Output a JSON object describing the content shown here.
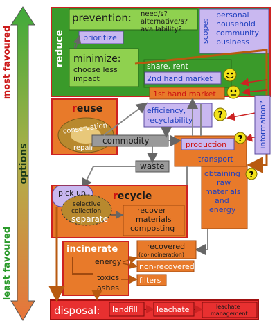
{
  "side": {
    "options": "options",
    "most_favoured": "most favoured",
    "least_favoured": "least favoured"
  },
  "reduce": {
    "title": "reduce",
    "prevention": "prevention:",
    "questions": [
      "need/s?",
      "alternative/s?",
      "availability?"
    ],
    "scope": "scope:",
    "scope_items": [
      "personal",
      "household",
      "community",
      "business"
    ],
    "prioritize": "prioritize",
    "minimize": "minimize:",
    "minimize_desc": [
      "choose less",
      "impact"
    ]
  },
  "market": {
    "share_rent": "share, rent",
    "second_hand": "2nd hand market",
    "first_hand": "1st hand market",
    "efficiency": [
      "efficiency,",
      "recyclability"
    ]
  },
  "reuse": {
    "title_r": "r",
    "title_rest": "euse",
    "conservation": "conservation",
    "repair": "repair"
  },
  "flow": {
    "commodity": "commodity",
    "waste": "waste",
    "production": "production",
    "transport": "transport",
    "obtaining": [
      "obtaining",
      "raw",
      "materials",
      "and",
      "energy"
    ],
    "information": "information?",
    "question_mark": "?"
  },
  "recycle": {
    "pick_up": "pick up",
    "selective": [
      "selective",
      "collection"
    ],
    "separate": "separate",
    "title_r": "r",
    "title_rest": "ecycle",
    "items": [
      "recover",
      "materials",
      "composting"
    ]
  },
  "incinerate": {
    "title": "incinerate",
    "energy": "energy",
    "toxics": "toxics",
    "ashes": "ashes",
    "recovered": "recovered",
    "coincineration": "(co-incineration)",
    "non_recovered": "non-recovered",
    "filters": "filters"
  },
  "disposal": {
    "title": "disposal:",
    "landfill": "landfill",
    "leachate": "leachate",
    "leachate_mgmt": [
      "leachate",
      "management"
    ]
  },
  "colors": {
    "reduce_green": "#3a9a2a",
    "reduce_light": "#8fd14f",
    "lavender": "#c9b8f0",
    "orange": "#e06a1a",
    "red": "#e02020",
    "gray": "#9a9a9a",
    "smiley": "#f2e21a",
    "reuse_brown": "#b8892e"
  }
}
